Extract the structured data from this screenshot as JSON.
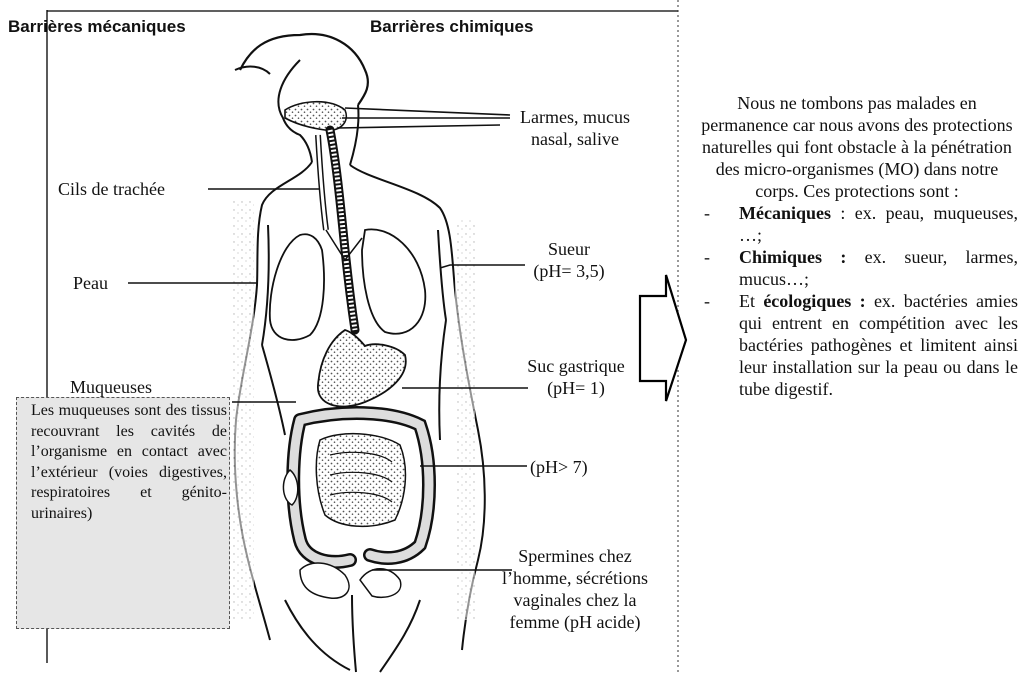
{
  "headers": {
    "mechanical": "Barrières mécaniques",
    "chemical": "Barrières chimiques"
  },
  "labels": {
    "larmes": [
      "Larmes, mucus",
      "nasal, salive"
    ],
    "cils": "Cils de trachée",
    "peau": "Peau",
    "sueur": [
      "Sueur",
      "(pH= 3,5)"
    ],
    "suc": [
      "Suc gastrique",
      "(pH= 1)"
    ],
    "muqueuses": "Muqueuses",
    "ph7": "(pH> 7)",
    "spermines": [
      "Spermines chez",
      "l’homme, sécrétions",
      "vaginales chez la",
      "femme (pH acide)"
    ]
  },
  "muqueuses_box": "Les muqueuses sont des tissus recouvrant les cavités de l’organisme en contact avec l’extérieur (voies digestives, respiratoires et génito-urinaires)",
  "right_panel": {
    "intro": "Nous ne tombons pas malades en permanence car nous avons des protections naturelles qui font obstacle à la pénétration des micro-organismes (MO) dans notre corps. Ces protections sont :",
    "items": [
      {
        "dash": "-",
        "bold": "Mécaniques",
        "rest": " : ex. peau, muqueuses, …;"
      },
      {
        "dash": "-",
        "bold": "Chimiques :",
        "rest": " ex. sueur, larmes, mucus…;"
      },
      {
        "dash": "-",
        "prefix": "Et ",
        "bold": "écologiques :",
        "rest": " ex. bactéries amies qui entrent en compétition avec les bactéries pathogènes et limitent ainsi leur installation sur la peau ou dans le tube digestif."
      }
    ]
  }
}
